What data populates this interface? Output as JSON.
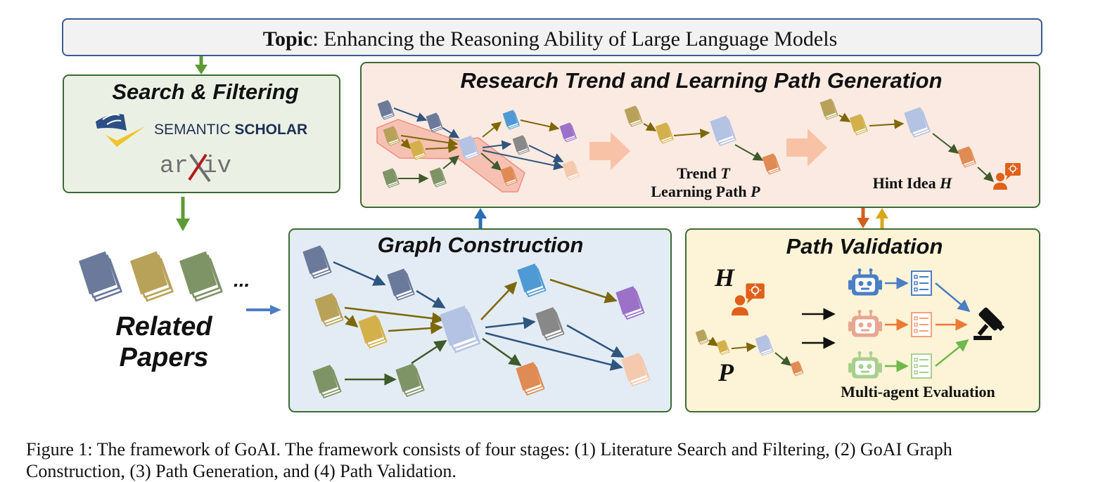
{
  "topic": {
    "label": "Topic",
    "text": ": Enhancing the Reasoning Ability of Large Language Models"
  },
  "search": {
    "title": "Search & Filtering",
    "semantic_scholar": {
      "word1": "SEMANTIC ",
      "word2": "SCHOLAR"
    },
    "arxiv": "arXiv"
  },
  "related_papers": {
    "line1": "Related",
    "line2": "Papers",
    "ellipsis": "..."
  },
  "trend": {
    "title": "Research Trend and Learning Path Generation",
    "trend_line1_prefix": "Trend ",
    "trend_var": "T",
    "trend_line2_prefix": "Learning Path ",
    "path_var": "P",
    "hint_prefix": "Hint Idea ",
    "hint_var": "H"
  },
  "graph": {
    "title": "Graph Construction"
  },
  "validation": {
    "title": "Path Validation",
    "h_label": "H",
    "p_label": "P",
    "multi_agent": "Multi-agent Evaluation"
  },
  "caption": {
    "line1": "Figure 1: The framework of GoAI. The framework consists of four stages: (1) Literature Search and Filtering, (2) GoAI Graph",
    "line2": "Construction, (3) Path Generation, and (4) Path Validation."
  },
  "colors": {
    "navy": "#6b7a9a",
    "tan": "#b8a25a",
    "olive": "#7f9466",
    "gold": "#d3b04a",
    "lightblue": "#b4c2e3",
    "sky": "#4f9ad5",
    "purple": "#9b72c8",
    "gray": "#888888",
    "orange": "#e08a54",
    "peach": "#f4c9ad",
    "arrow_navy": "#2f557e",
    "arrow_brown": "#7d6708",
    "arrow_green": "#3f5a2b"
  },
  "icons": [
    "semantic-scholar-logo",
    "arxiv-logo",
    "book-icon",
    "robot-icon",
    "checklist-icon",
    "gavel-icon",
    "person-idea-icon"
  ]
}
